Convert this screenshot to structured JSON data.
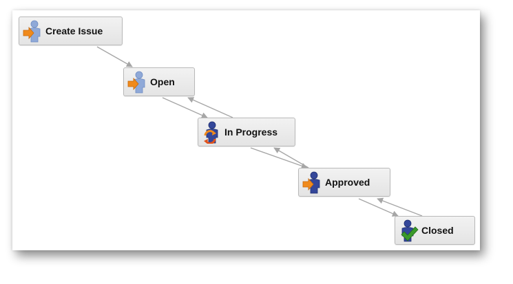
{
  "colors": {
    "node_border": "#b8b8b8",
    "node_fill": "#e8e8e8",
    "connector": "#a6a6a6",
    "person_light": "#8fa9d8",
    "person_dark": "#34479a",
    "arrow_orange": "#f08a1c",
    "check_green": "#3a9a2a"
  },
  "workflow": {
    "statuses": [
      {
        "label": "Create Issue",
        "icon": "person-light-with-arrow-icon"
      },
      {
        "label": "Open",
        "icon": "person-light-with-arrow-icon"
      },
      {
        "label": "In Progress",
        "icon": "person-dark-with-refresh-icon"
      },
      {
        "label": "Approved",
        "icon": "person-dark-with-arrow-icon"
      },
      {
        "label": "Closed",
        "icon": "person-dark-with-checkmark-icon"
      }
    ],
    "transitions": [
      {
        "from": "Create Issue",
        "to": "Open"
      },
      {
        "from": "Open",
        "to": "In Progress"
      },
      {
        "from": "In Progress",
        "to": "Open"
      },
      {
        "from": "In Progress",
        "to": "Approved"
      },
      {
        "from": "Approved",
        "to": "In Progress"
      },
      {
        "from": "Approved",
        "to": "Closed"
      },
      {
        "from": "Closed",
        "to": "Approved"
      }
    ]
  }
}
